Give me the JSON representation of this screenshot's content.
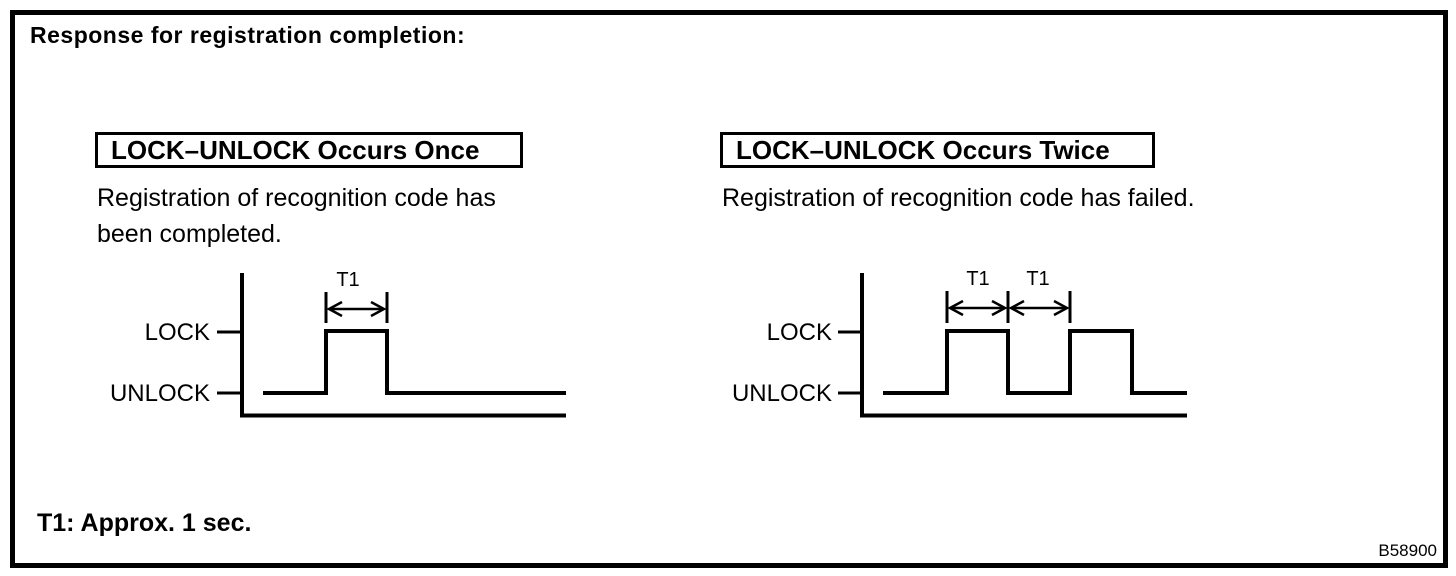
{
  "figure": {
    "title": "Response for registration completion:",
    "footnote": "T1: Approx. 1 sec.",
    "figure_code": "B58900"
  },
  "panels": [
    {
      "heading": "LOCK–UNLOCK Occurs Once",
      "description_lines": [
        "Registration of recognition code has",
        "been completed."
      ],
      "waveform": {
        "high_label": "LOCK",
        "low_label": "UNLOCK",
        "interval_labels": [
          "T1"
        ],
        "pulse_count": 1
      }
    },
    {
      "heading": "LOCK–UNLOCK Occurs Twice",
      "description_lines": [
        "Registration of recognition code has failed."
      ],
      "waveform": {
        "high_label": "LOCK",
        "low_label": "UNLOCK",
        "interval_labels": [
          "T1",
          "T1"
        ],
        "pulse_count": 2
      }
    }
  ]
}
